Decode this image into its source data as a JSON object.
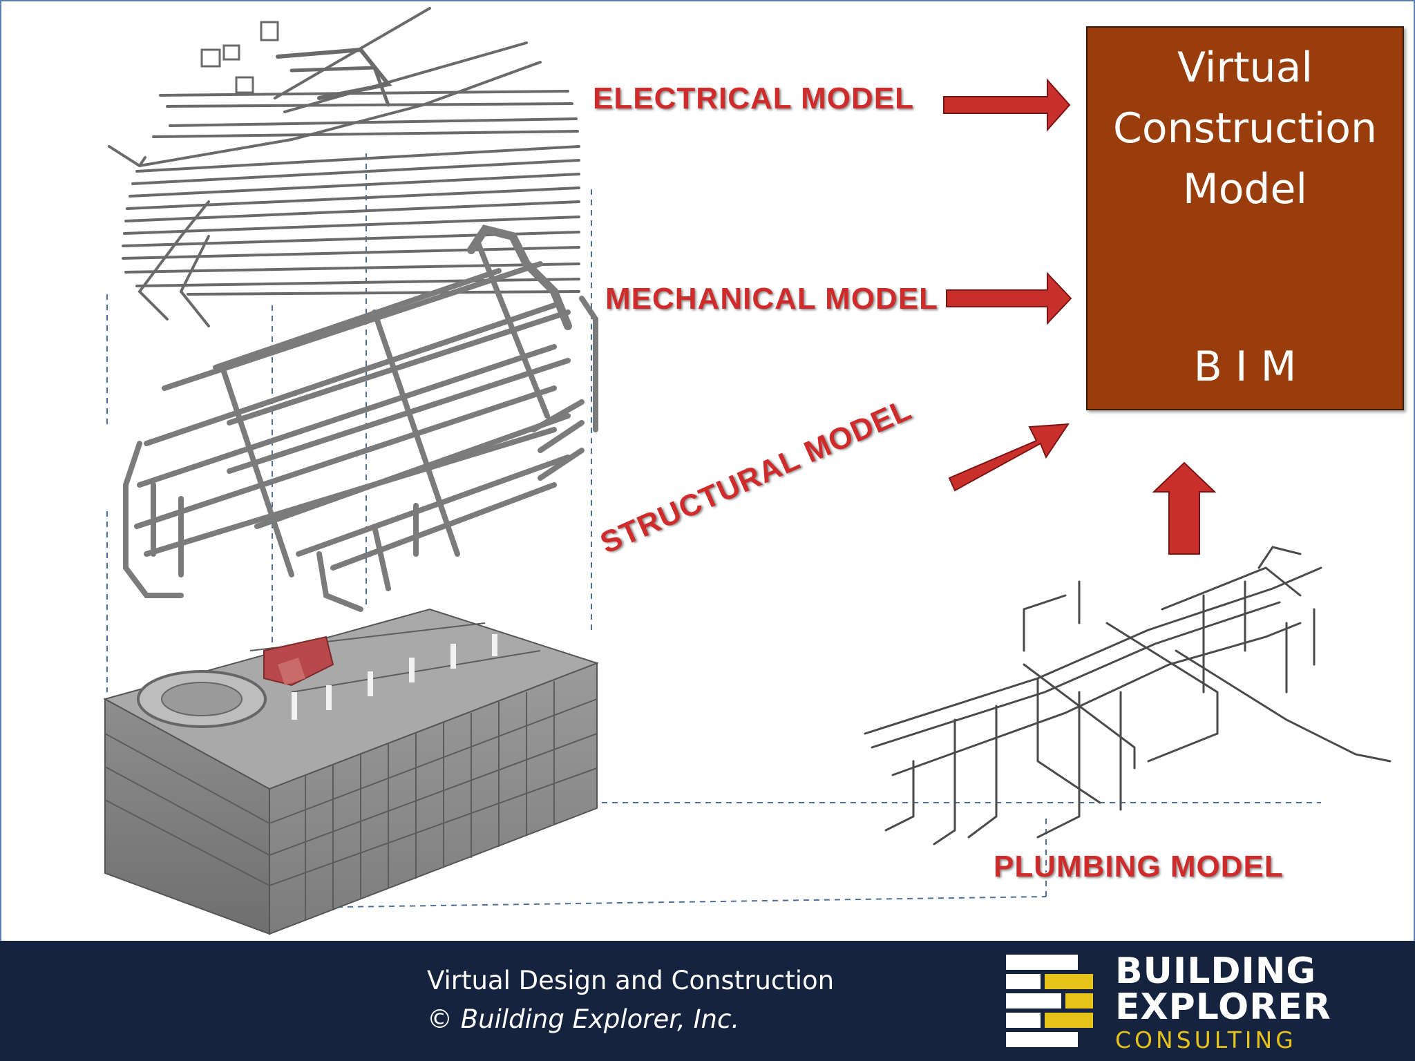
{
  "labels": {
    "electrical": "ELECTRICAL MODEL",
    "mechanical": "MECHANICAL MODEL",
    "structural": "STRUCTURAL  MODEL",
    "plumbing": "PLUMBING MODEL"
  },
  "bim_box": {
    "title": "Virtual\nConstruction\nModel",
    "acronym": "B I M"
  },
  "footer": {
    "line1": "Virtual Design and Construction",
    "line2": "© Building Explorer, Inc."
  },
  "logo": {
    "line1": "BUILDING",
    "line2": "EXPLORER",
    "line3": "CONSULTING"
  },
  "colors": {
    "label_red": "#d02b2b",
    "arrow_red": "#c9302c",
    "bim_brown": "#993d0c",
    "footer_navy": "#15233f",
    "logo_yellow": "#e6c21a",
    "model_gray": "#8a8a8a",
    "dashed_blue": "#4d6f9c"
  }
}
